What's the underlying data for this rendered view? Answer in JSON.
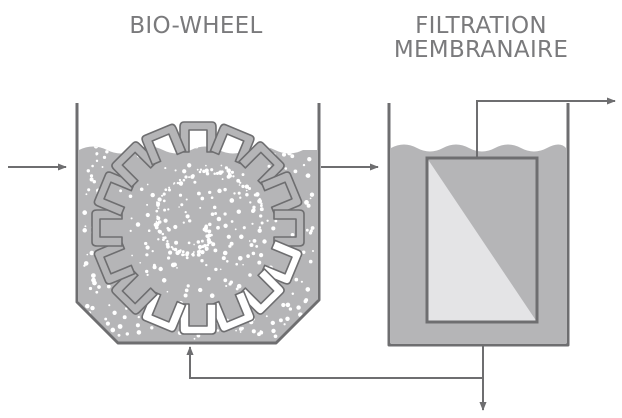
{
  "labels": {
    "bio_wheel": "BIO-WHEEL",
    "filtration_line1": "FILTRATION",
    "filtration_line2": "MEMBRANAIRE"
  },
  "colors": {
    "stroke": "#6e6e70",
    "liquid": "#b5b5b7",
    "bubble": "#ffffff",
    "membrane_light": "#e4e4e6",
    "membrane_dark": "#b5b5b7",
    "text": "#7a7a7c"
  }
}
